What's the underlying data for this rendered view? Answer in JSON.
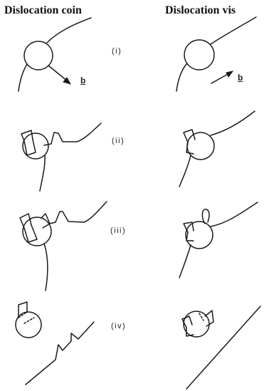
{
  "headers": {
    "left": "Dislocation coin",
    "right": "Dislocation vis"
  },
  "stages": [
    {
      "label": "(i)"
    },
    {
      "label": "(ii)"
    },
    {
      "label": "(iii)"
    },
    {
      "label": "(iv)"
    }
  ],
  "burgers_label": "b"
}
